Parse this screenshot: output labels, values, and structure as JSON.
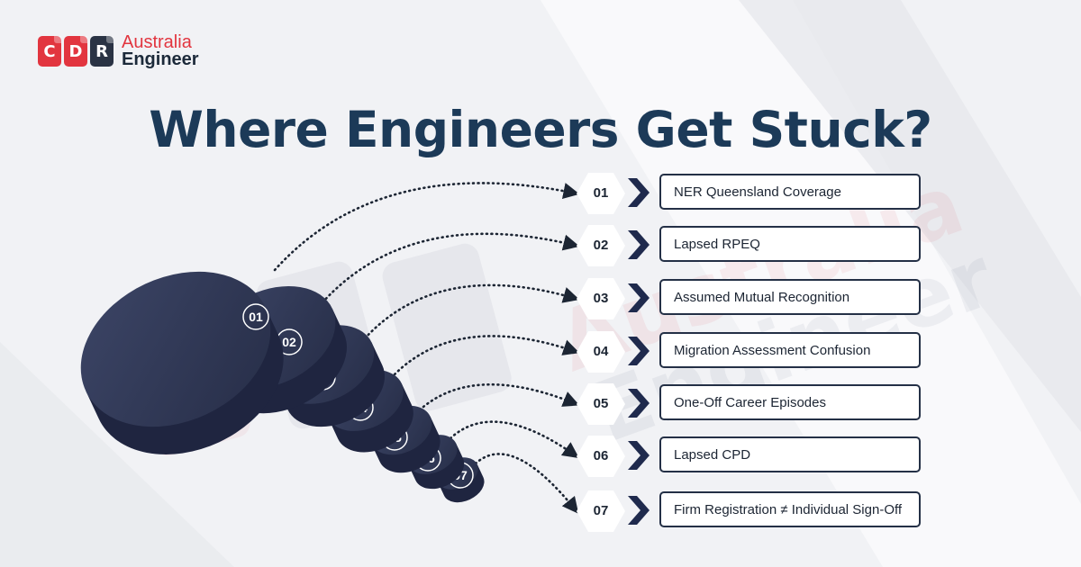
{
  "brand": {
    "part1": "Australia",
    "part2": "Engineer",
    "letters": [
      "C",
      "D",
      "R"
    ],
    "color_red": "#e2353f",
    "color_dark": "#2a3344"
  },
  "title": "Where Engineers Get Stuck?",
  "colors": {
    "title": "#1c3a58",
    "disc": "#2d3550",
    "chevron": "#1f2a4d"
  },
  "items": [
    {
      "num": "01",
      "label": "NER Queensland Coverage"
    },
    {
      "num": "02",
      "label": "Lapsed RPEQ"
    },
    {
      "num": "03",
      "label": "Assumed Mutual Recognition"
    },
    {
      "num": "04",
      "label": "Migration Assessment Confusion"
    },
    {
      "num": "05",
      "label": "One-Off Career Episodes"
    },
    {
      "num": "06",
      "label": "Lapsed CPD"
    },
    {
      "num": "07",
      "label": "Firm Registration ≠ Individual Sign-Off"
    }
  ]
}
